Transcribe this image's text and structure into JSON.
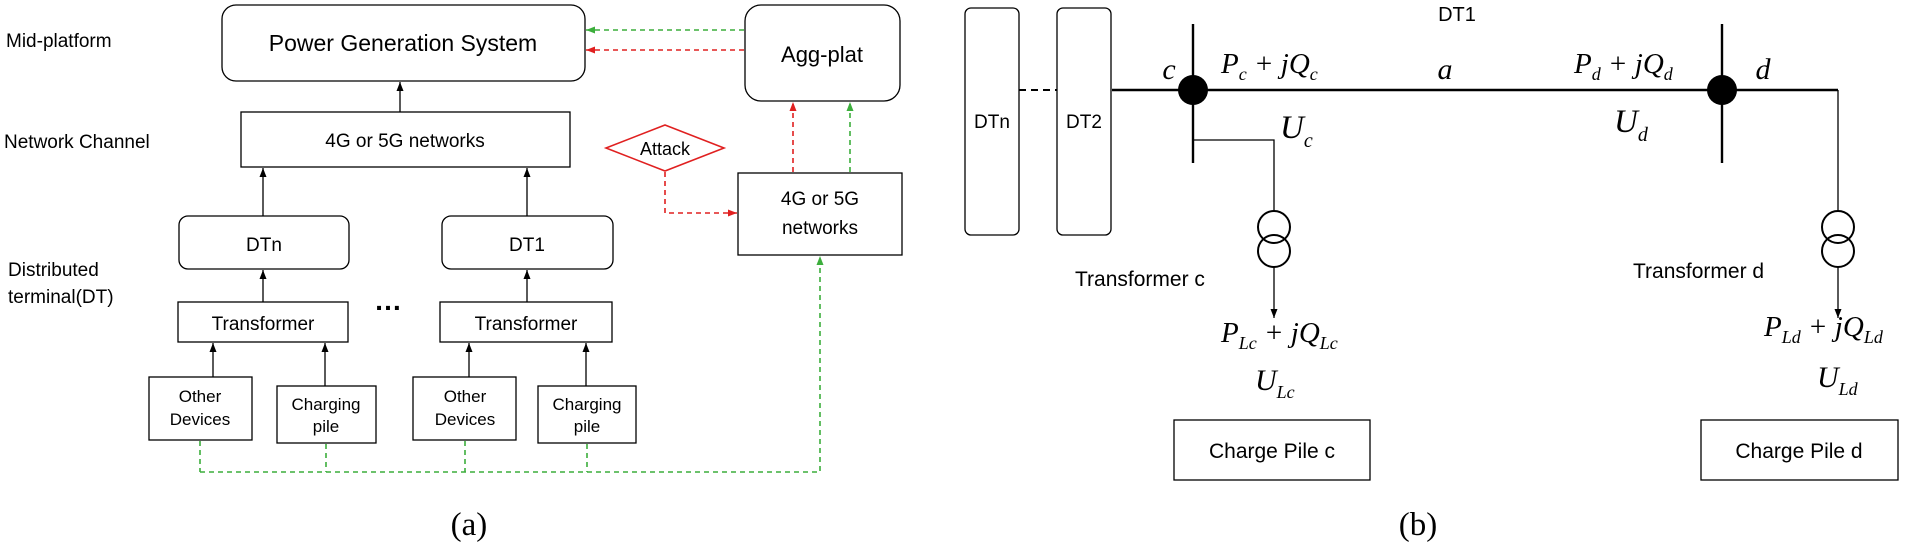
{
  "panel_a": {
    "layers": {
      "mid_platform": "Mid-platform",
      "network_channel": "Network Channel",
      "dt_line1": "Distributed",
      "dt_line2": "terminal(DT)"
    },
    "power_generation_system": "Power Generation System",
    "network_main": "4G or 5G networks",
    "dtn": "DTn",
    "dt1": "DT1",
    "transformer": "Transformer",
    "ellipsis": "…",
    "other_devices_1": "Other",
    "other_devices_2": "Devices",
    "charging_pile_1": "Charging",
    "charging_pile_2": "pile",
    "agg_plat": "Agg-plat",
    "attack": "Attack",
    "network_side_1": "4G or 5G",
    "network_side_2": "networks",
    "caption": "(a)"
  },
  "panel_b": {
    "dtn": "DTn",
    "dt2": "DT2",
    "dt1": "DT1",
    "node_c": "c",
    "node_a": "a",
    "node_d": "d",
    "pc_base": "P",
    "pc_sub": "c",
    "pc_mid": " + jQ",
    "qc_sub": "c",
    "pd_base": "P",
    "pd_sub": "d",
    "pd_mid": " + jQ",
    "qd_sub": "d",
    "uc_base": "U",
    "uc_sub": "c",
    "ud_base": "U",
    "ud_sub": "d",
    "transformer_c": "Transformer c",
    "transformer_d": "Transformer d",
    "plc_base": "P",
    "plc_sub": "Lc",
    "plc_mid": " + jQ",
    "qlc_sub": "Lc",
    "pld_base": "P",
    "pld_sub": "Ld",
    "pld_mid": " + jQ",
    "qld_sub": "Ld",
    "ulc_base": "U",
    "ulc_sub": "Lc",
    "uld_base": "U",
    "uld_sub": "Ld",
    "charge_pile_c": "Charge Pile c",
    "charge_pile_d": "Charge Pile d",
    "caption": "(b)"
  },
  "colors": {
    "green": "#3cae3c",
    "red": "#e02020",
    "black": "#000000"
  }
}
